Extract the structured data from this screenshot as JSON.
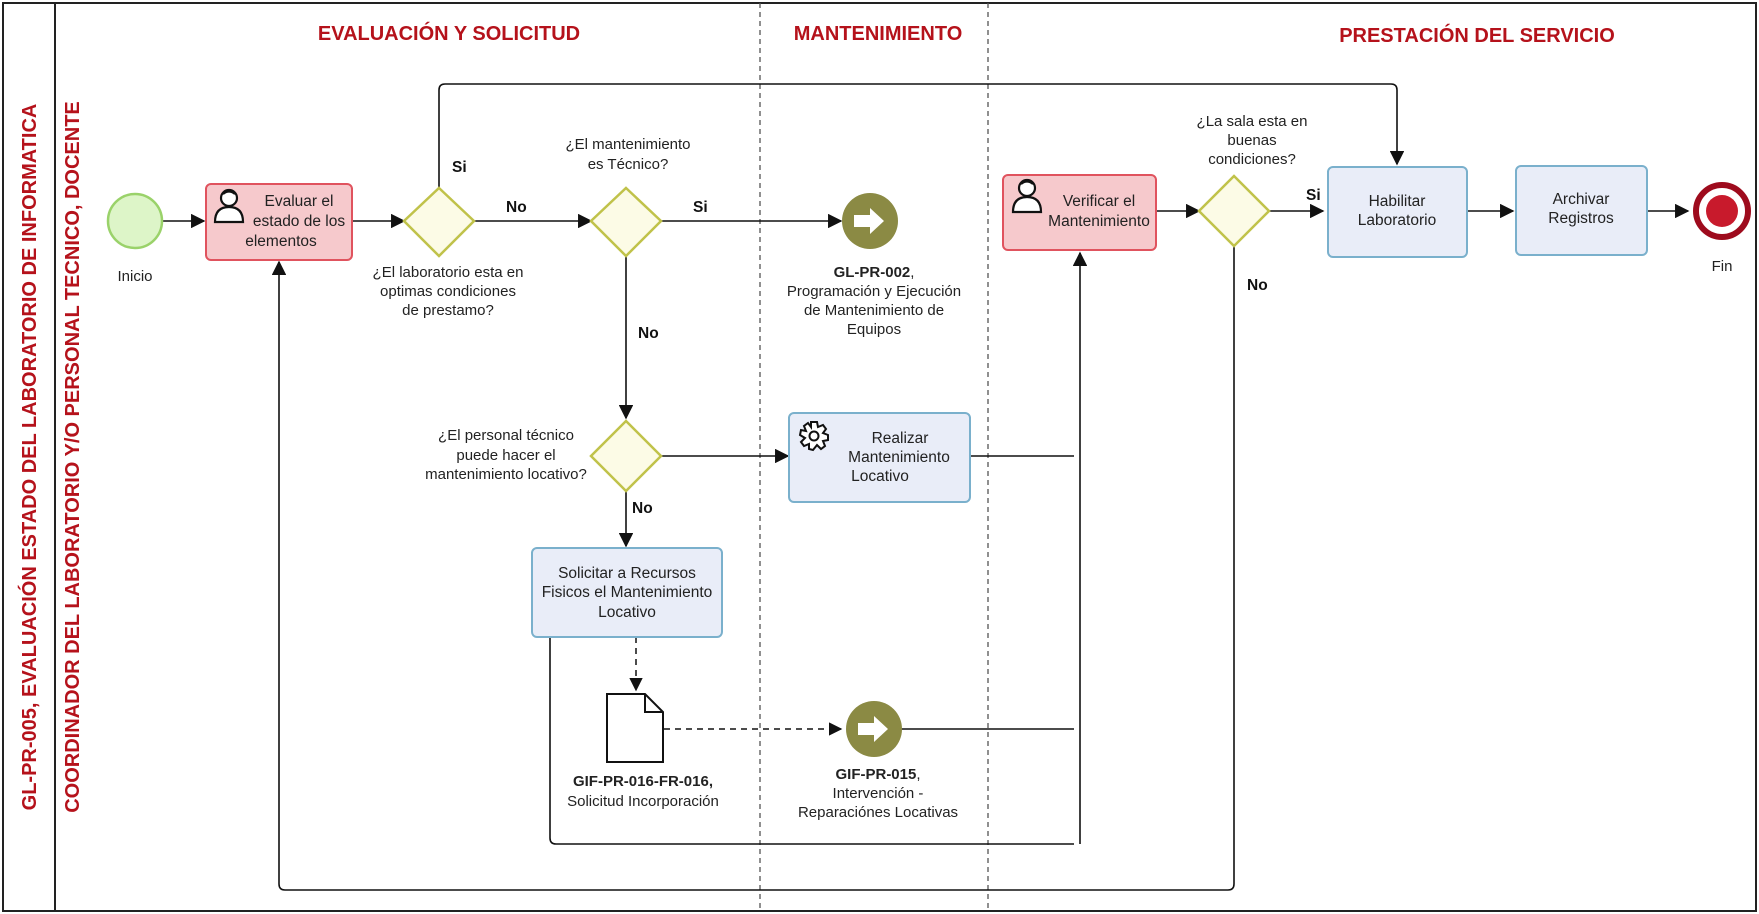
{
  "colors": {
    "phase_title": "#b5121b",
    "task_red_fill": "#f6c9cc",
    "task_red_stroke": "#e0535e",
    "task_blue_fill": "#e9edf8",
    "task_blue_stroke": "#7ab0cc",
    "gateway_fill": "#fcfbe6",
    "gateway_stroke": "#c0c24a",
    "start_fill": "#ddf5c8",
    "start_stroke": "#9ad26a",
    "end_stroke": "#9e0b1d",
    "link_event": "#8b8a44"
  },
  "pool": {
    "title": "GL-PR-005, EVALUACIÓN ESTADO DEL LABORATORIO DE INFORMATICA",
    "lane": "COORDINADOR DEL LABORATORIO Y/O PERSONAL TECNICO, DOCENTE"
  },
  "phases": [
    "EVALUACIÓN Y SOLICITUD",
    "MANTENIMIENTO",
    "PRESTACIÓN DEL SERVICIO"
  ],
  "events": {
    "start": "Inicio",
    "end": "Fin"
  },
  "tasks": {
    "evaluar": [
      "Evaluar el",
      "estado de los",
      "elementos"
    ],
    "verificar": [
      "Verificar el",
      "Mantenimiento"
    ],
    "habilitar": [
      "Habilitar",
      "Laboratorio"
    ],
    "archivar": [
      "Archivar",
      "Registros"
    ],
    "realizar": [
      "Realizar",
      "Mantenimiento",
      "Locativo"
    ],
    "solicitar": [
      "Solicitar a Recursos",
      "Fisicos el Mantenimiento",
      "Locativo"
    ]
  },
  "gateways": {
    "optimas": [
      "¿El laboratorio esta en",
      "optimas condiciones",
      "de prestamo?"
    ],
    "tecnico": [
      "¿El mantenimiento",
      "es Técnico?"
    ],
    "personal": [
      "¿El personal técnico",
      "puede hacer el",
      "mantenimiento locativo?"
    ],
    "sala": [
      "¿La sala esta en",
      "buenas",
      "condiciones?"
    ]
  },
  "references": {
    "gl_pr_002": {
      "code": "GL-PR-002",
      "lines": [
        ",",
        "Programación y Ejecución",
        "de Mantenimiento de",
        "Equipos"
      ]
    },
    "gif_pr_015": {
      "code": "GIF-PR-015",
      "lines": [
        ",",
        "Intervención -",
        "Reparaciónes Locativas"
      ]
    },
    "gif_pr_016": {
      "code": "GIF-PR-016-FR-016,",
      "lines": [
        "Solicitud Incorporación"
      ]
    }
  },
  "flow_labels": {
    "si": "Si",
    "no": "No"
  }
}
